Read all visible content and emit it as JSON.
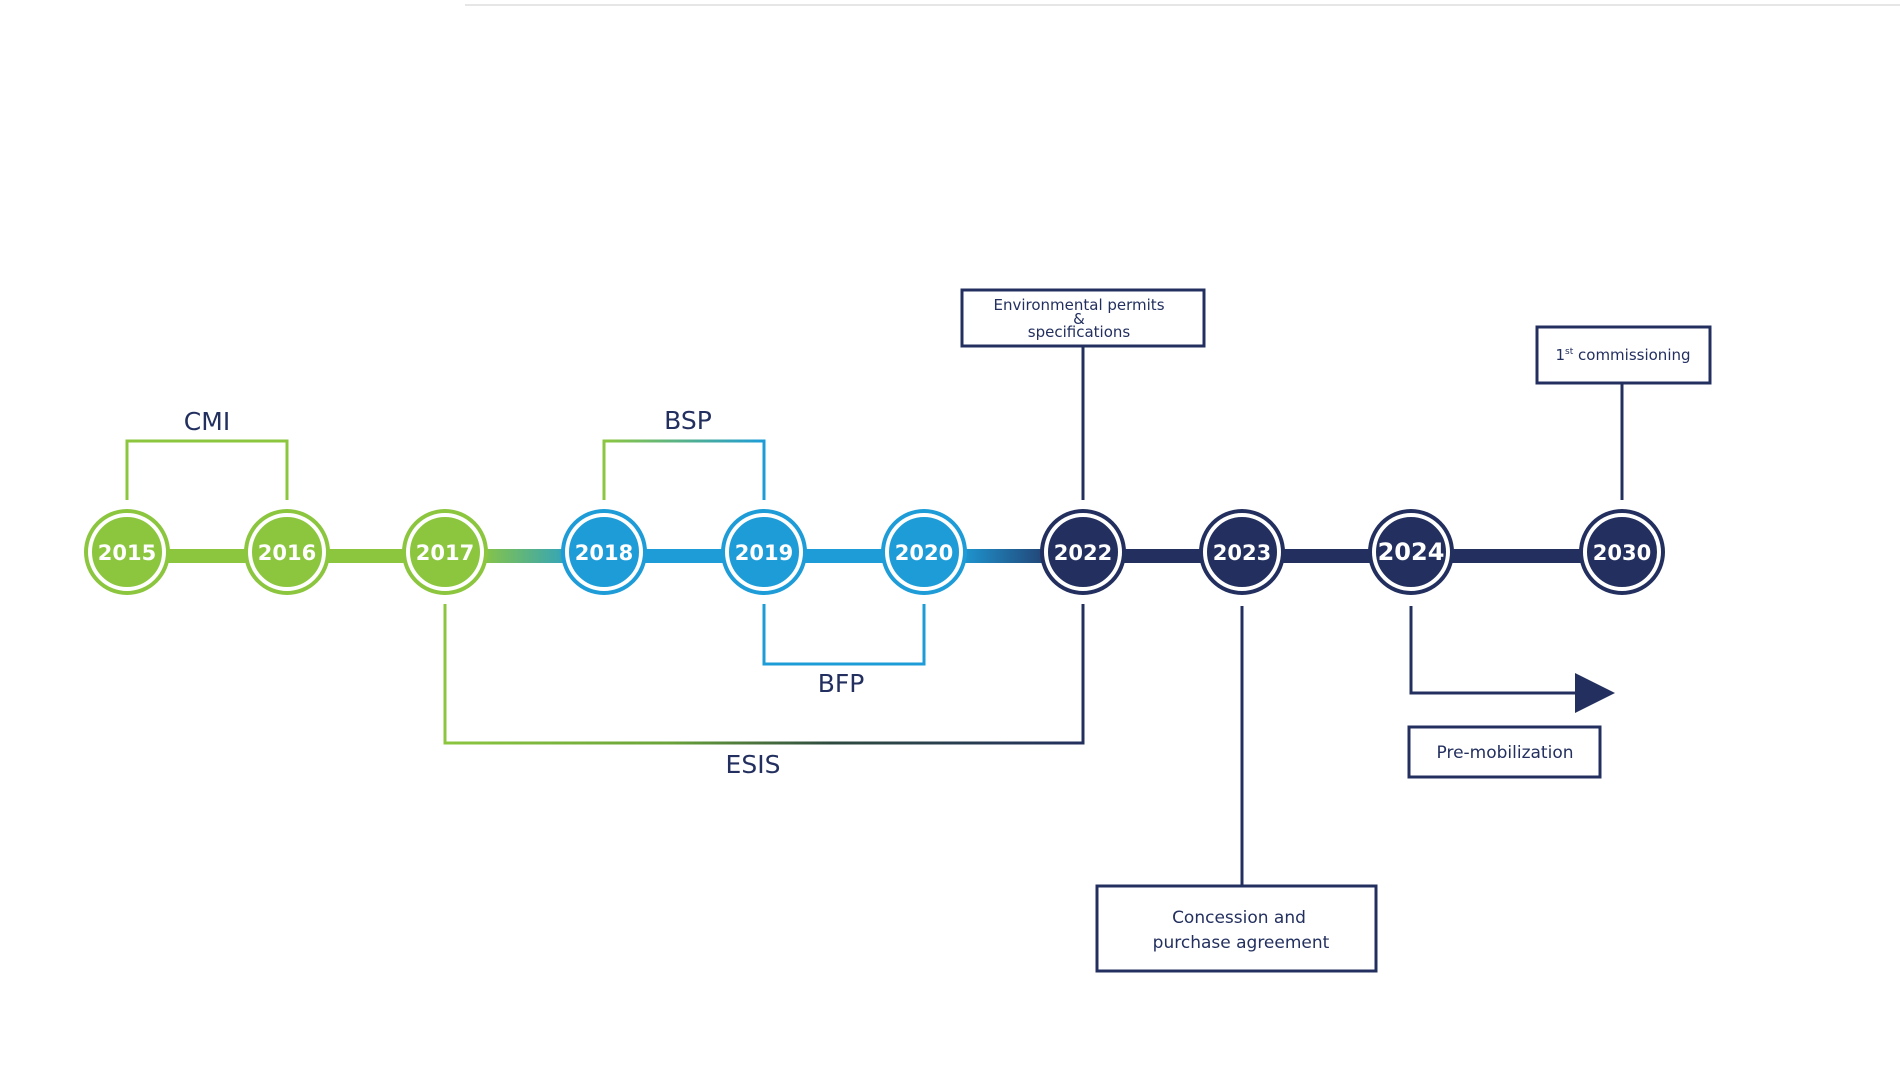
{
  "colors": {
    "green": "#8cc63f",
    "blue": "#1e9cd7",
    "navy": "#23305f",
    "white": "#ffffff",
    "top_rule": "#dddddd"
  },
  "years": [
    {
      "label": "2015",
      "phase": "green"
    },
    {
      "label": "2016",
      "phase": "green"
    },
    {
      "label": "2017",
      "phase": "green"
    },
    {
      "label": "2018",
      "phase": "blue"
    },
    {
      "label": "2019",
      "phase": "blue"
    },
    {
      "label": "2020",
      "phase": "blue"
    },
    {
      "label": "2022",
      "phase": "navy"
    },
    {
      "label": "2023",
      "phase": "navy"
    },
    {
      "label": "2024",
      "phase": "navy"
    },
    {
      "label": "2030",
      "phase": "navy"
    }
  ],
  "brackets": {
    "cmi": "CMI",
    "bsp": "BSP",
    "bfp": "BFP",
    "esis": "ESIS"
  },
  "callouts": {
    "env_line1": "Environmental permits",
    "env_line2": "&",
    "env_line3": "specifications",
    "commissioning_main": "1",
    "commissioning_sup": "st",
    "commissioning_rest": " commissioning",
    "concession_line1": "Concession and",
    "concession_line2": "purchase agreement",
    "premob": "Pre-mobilization"
  }
}
